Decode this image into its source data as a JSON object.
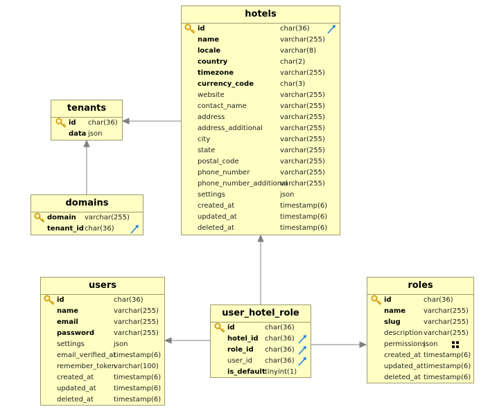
{
  "tables": {
    "hotels": {
      "title": "hotels",
      "rows": [
        {
          "name": "id",
          "type": "char(36)"
        },
        {
          "name": "name",
          "type": "varchar(255)"
        },
        {
          "name": "locale",
          "type": "varchar(8)"
        },
        {
          "name": "country",
          "type": "char(2)"
        },
        {
          "name": "timezone",
          "type": "varchar(255)"
        },
        {
          "name": "currency_code",
          "type": "char(3)"
        },
        {
          "name": "website",
          "type": "varchar(255)"
        },
        {
          "name": "contact_name",
          "type": "varchar(255)"
        },
        {
          "name": "address",
          "type": "varchar(255)"
        },
        {
          "name": "address_additional",
          "type": "varchar(255)"
        },
        {
          "name": "city",
          "type": "varchar(255)"
        },
        {
          "name": "state",
          "type": "varchar(255)"
        },
        {
          "name": "postal_code",
          "type": "varchar(255)"
        },
        {
          "name": "phone_number",
          "type": "varchar(255)"
        },
        {
          "name": "phone_number_additional",
          "type": "varchar(255)"
        },
        {
          "name": "settings",
          "type": "json"
        },
        {
          "name": "created_at",
          "type": "timestamp(6)"
        },
        {
          "name": "updated_at",
          "type": "timestamp(6)"
        },
        {
          "name": "deleted_at",
          "type": "timestamp(6)"
        }
      ]
    },
    "tenants": {
      "title": "tenants",
      "rows": [
        {
          "name": "id",
          "type": "char(36)"
        },
        {
          "name": "data",
          "type": "json"
        }
      ]
    },
    "domains": {
      "title": "domains",
      "rows": [
        {
          "name": "domain",
          "type": "varchar(255)"
        },
        {
          "name": "tenant_id",
          "type": "char(36)"
        }
      ]
    },
    "users": {
      "title": "users",
      "rows": [
        {
          "name": "id",
          "type": "char(36)"
        },
        {
          "name": "name",
          "type": "varchar(255)"
        },
        {
          "name": "email",
          "type": "varchar(255)"
        },
        {
          "name": "password",
          "type": "varchar(255)"
        },
        {
          "name": "settings",
          "type": "json"
        },
        {
          "name": "email_verified_at",
          "type": "timestamp(6)"
        },
        {
          "name": "remember_token",
          "type": "varchar(100)"
        },
        {
          "name": "created_at",
          "type": "timestamp(6)"
        },
        {
          "name": "updated_at",
          "type": "timestamp(6)"
        },
        {
          "name": "deleted_at",
          "type": "timestamp(6)"
        }
      ]
    },
    "user_hotel_role": {
      "title": "user_hotel_role",
      "rows": [
        {
          "name": "id",
          "type": "char(36)"
        },
        {
          "name": "hotel_id",
          "type": "char(36)"
        },
        {
          "name": "role_id",
          "type": "char(36)"
        },
        {
          "name": "user_id",
          "type": "char(36)"
        },
        {
          "name": "is_default",
          "type": "tinyint(1)"
        }
      ]
    },
    "roles": {
      "title": "roles",
      "rows": [
        {
          "name": "id",
          "type": "char(36)"
        },
        {
          "name": "name",
          "type": "varchar(255)"
        },
        {
          "name": "slug",
          "type": "varchar(255)"
        },
        {
          "name": "description",
          "type": "varchar(255)"
        },
        {
          "name": "permissions",
          "type": "json"
        },
        {
          "name": "created_at",
          "type": "timestamp(6)"
        },
        {
          "name": "updated_at",
          "type": "timestamp(6)"
        },
        {
          "name": "deleted_at",
          "type": "timestamp(6)"
        }
      ]
    }
  },
  "colors": {
    "table_fill": "#ffffc4",
    "table_border": "#9a9a6a",
    "connector": "#808080",
    "key_icon": "#d4a017",
    "fk_icon": "#1e7fd8"
  }
}
